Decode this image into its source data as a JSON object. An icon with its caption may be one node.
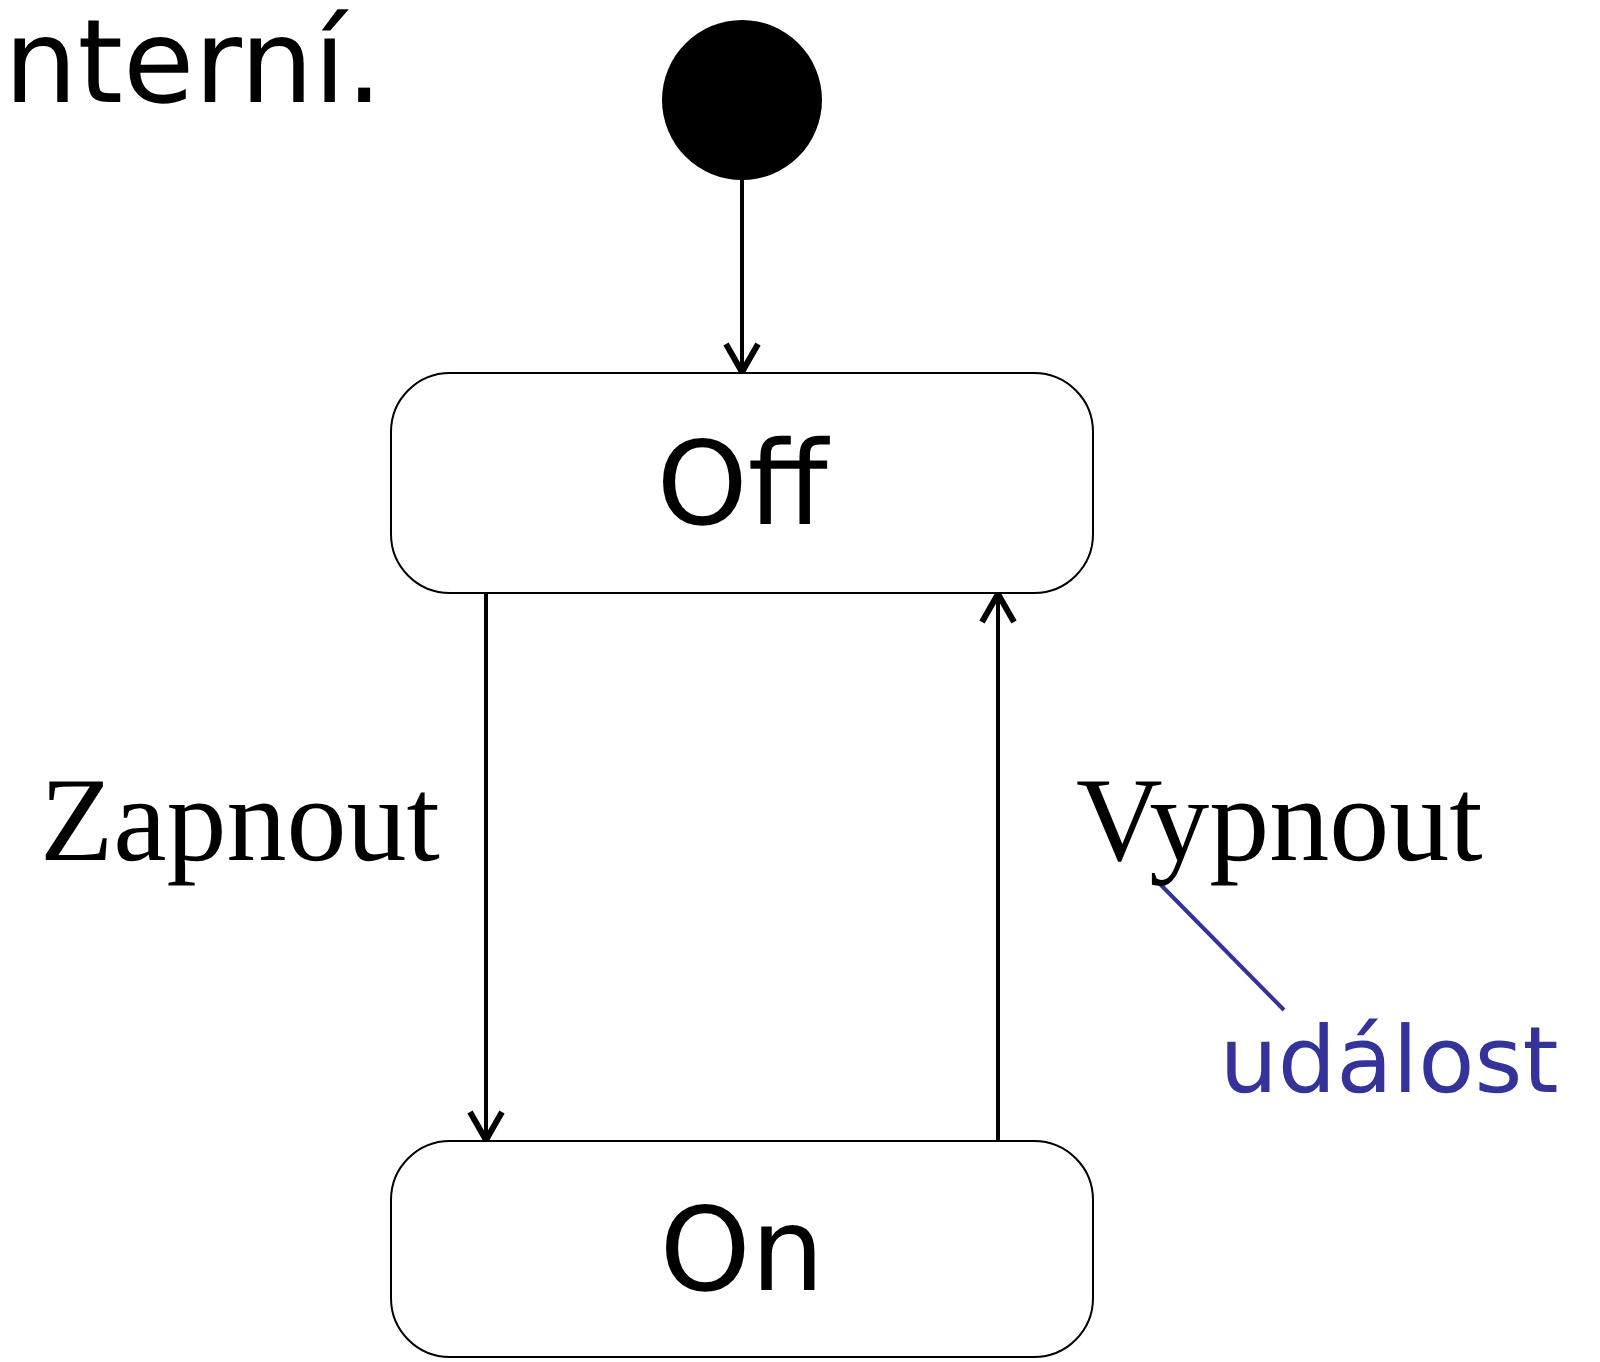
{
  "diagram": {
    "nodes": [
      {
        "text": [],
        "shape": "circle"
      },
      {
        "text": [
          "Off"
        ]
      },
      {
        "text": [
          "On"
        ]
      },
      {
        "text": [
          "událost"
        ]
      }
    ],
    "edges": [
      {
        "from": 0,
        "to": 1,
        "arrow": "to"
      },
      {
        "from": 1,
        "to": 2,
        "arrow": "to",
        "label": "Zapnout"
      },
      {
        "from": 2,
        "to": 1,
        "arrow": "to",
        "label": "Vypnout"
      },
      {
        "from": 3,
        "to": null,
        "arrow": "none",
        "color": "#333399"
      }
    ],
    "labels": [
      "nterní."
    ]
  }
}
